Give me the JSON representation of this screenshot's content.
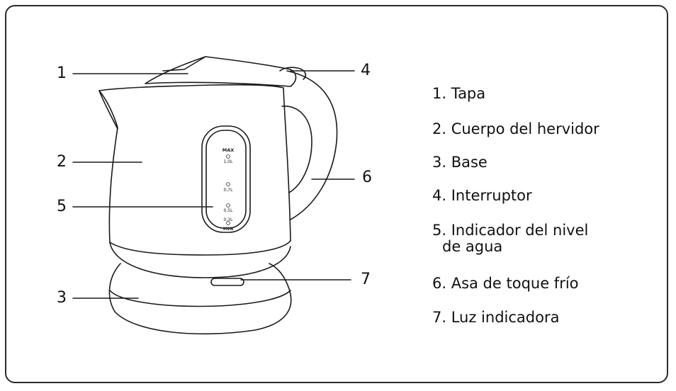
{
  "callouts": {
    "n1": "1",
    "n2": "2",
    "n3": "3",
    "n4": "4",
    "n5": "5",
    "n6": "6",
    "n7": "7"
  },
  "window_scale": {
    "max": "MAX",
    "l10": "1,0L",
    "l07": "0,7L",
    "l05": "0,5L",
    "l03": "0,3L",
    "min": "MIN"
  },
  "legend": {
    "item1": "1. Tapa",
    "item2": "2. Cuerpo del hervidor",
    "item3": "3. Base",
    "item4": "4. Interruptor",
    "item5_line1": "5. Indicador del nivel",
    "item5_line2": "de agua",
    "item6": "6. Asa de toque frío",
    "item7": "7. Luz indicadora"
  }
}
